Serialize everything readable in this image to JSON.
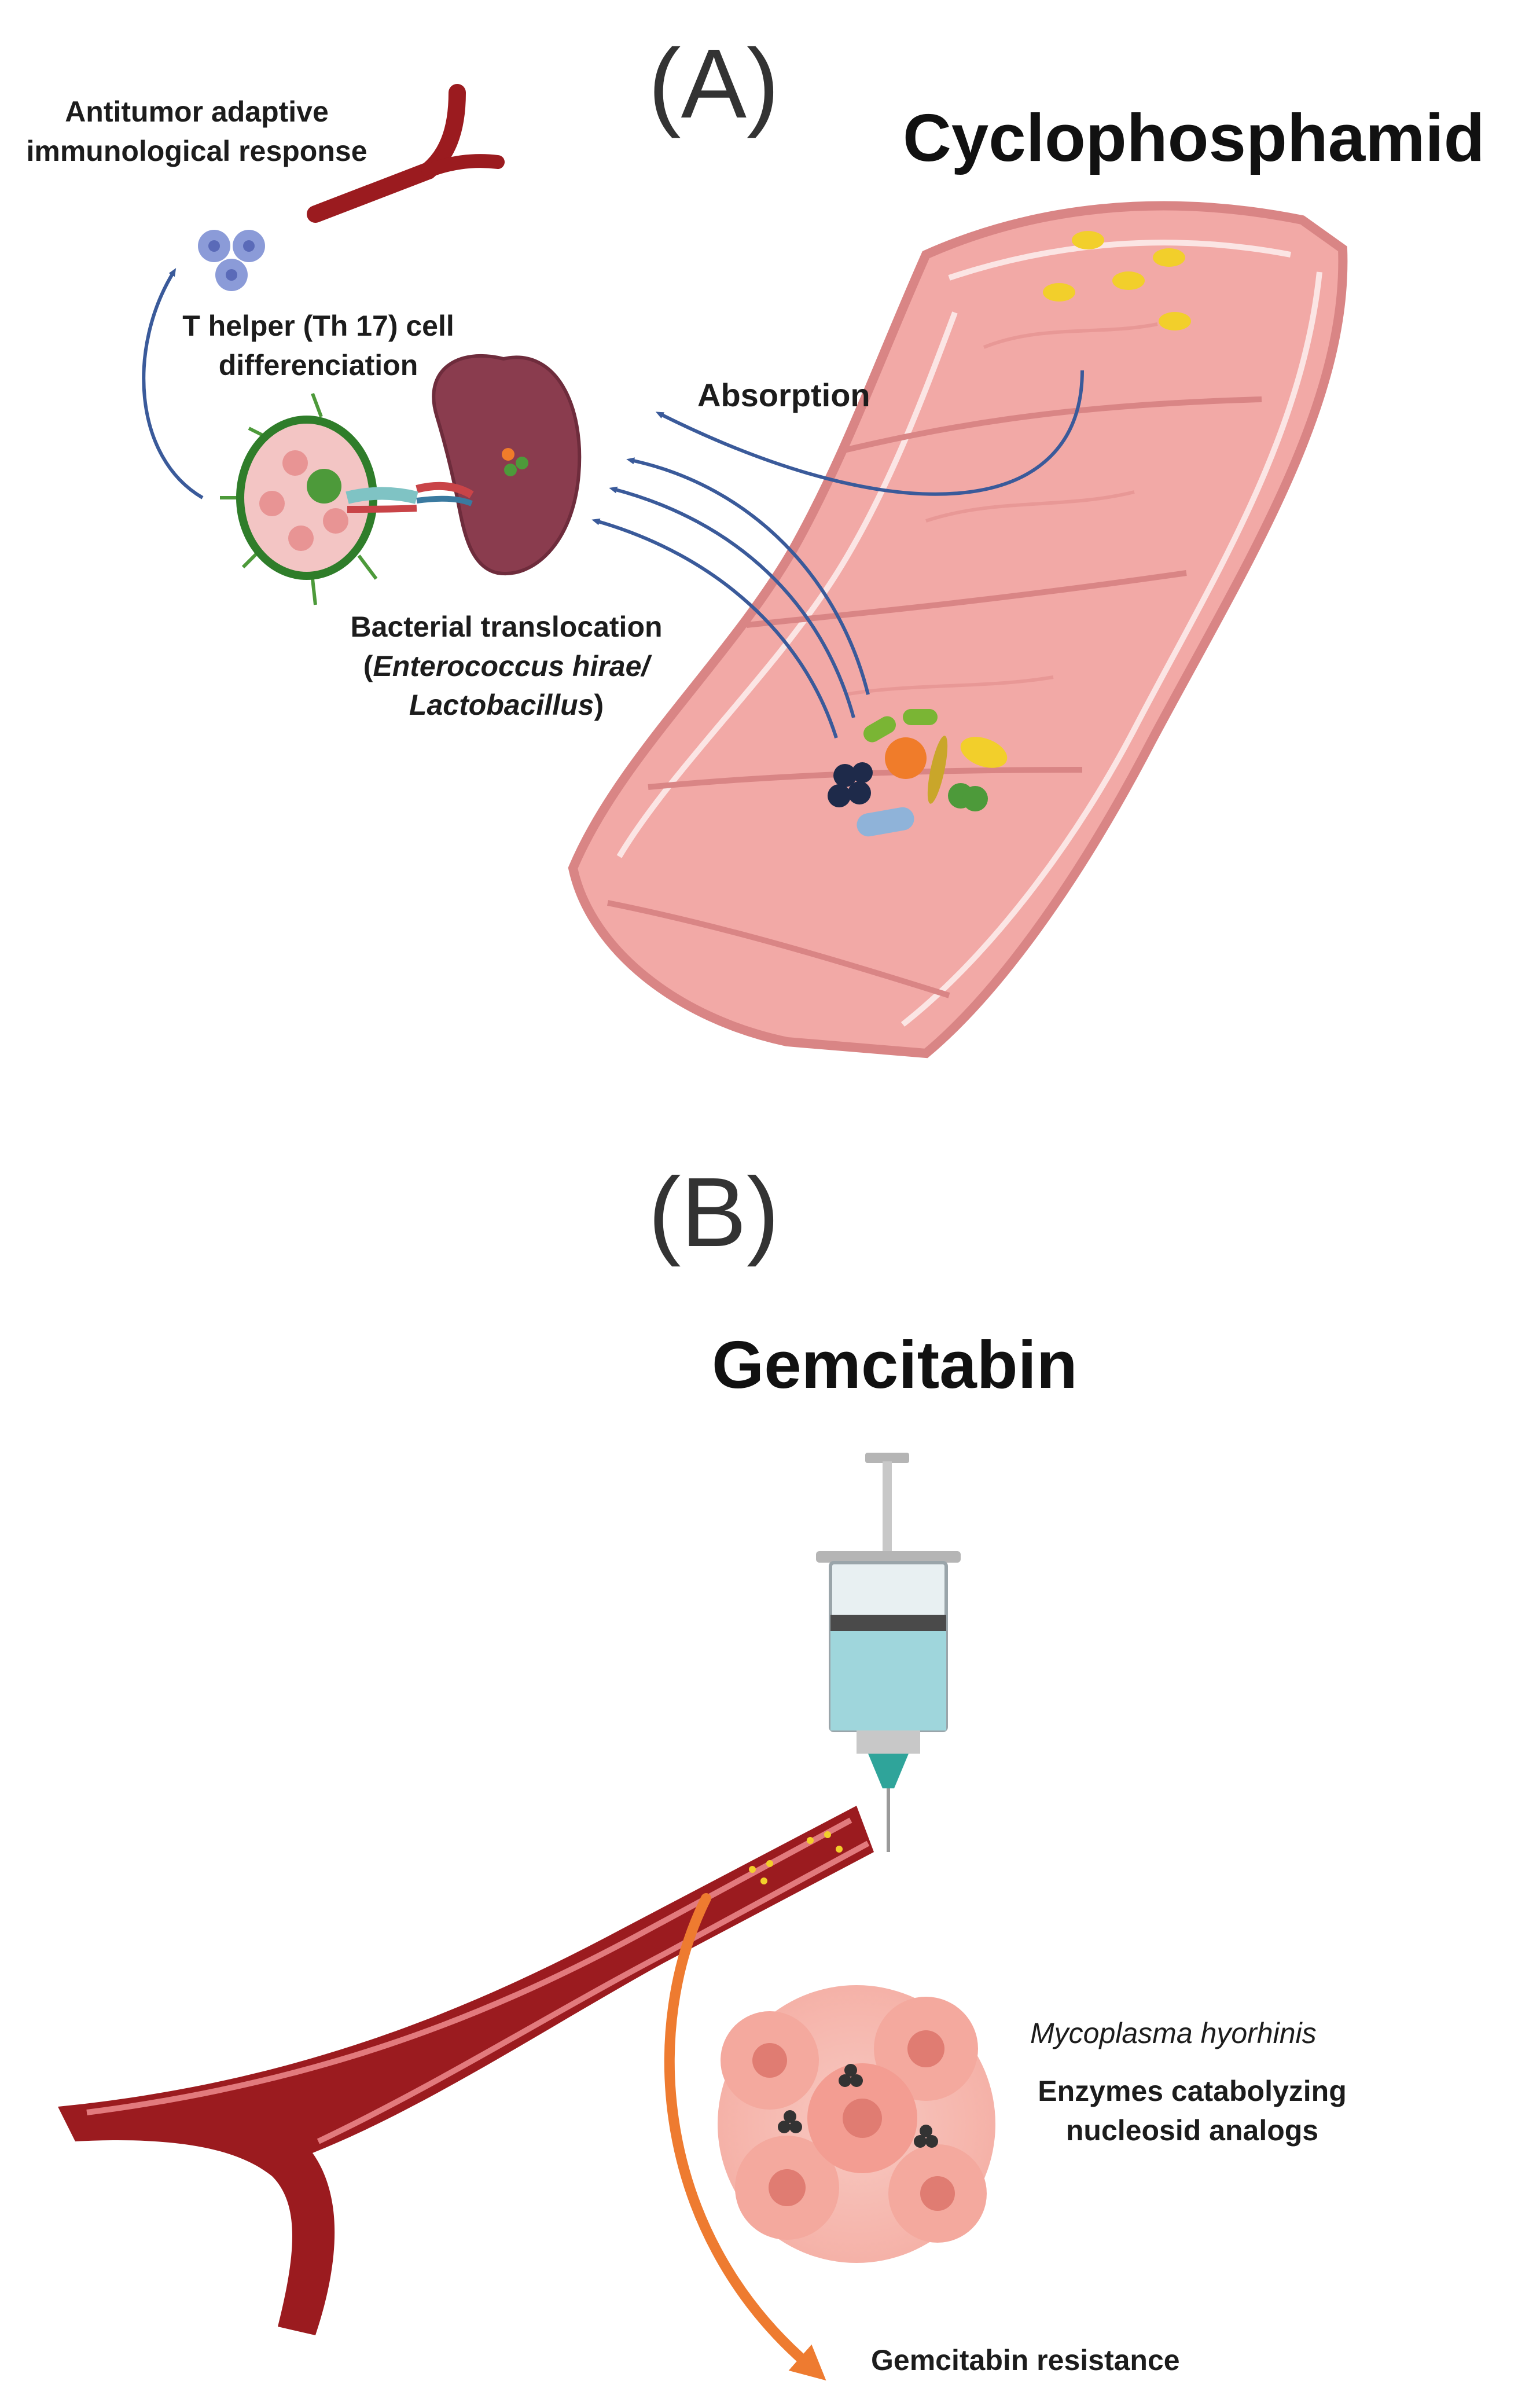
{
  "panel_a": {
    "letter": "(A)",
    "drug": "Cyclophosphamid",
    "absorption": "Absorption",
    "antitumor_line1": "Antitumor adaptive",
    "antitumor_line2": "immunological response",
    "th17_line1": "T helper (Th 17) cell",
    "th17_line2": "differenciation",
    "translocation_line1": "Bacterial translocation",
    "translocation_open": "(",
    "translocation_species1": "Enterococcus hirae/",
    "translocation_species2": "Lactobacillus",
    "translocation_close": ")"
  },
  "panel_b": {
    "letter": "(B)",
    "drug": "Gemcitabin",
    "species": "Mycoplasma hyorhinis",
    "enzymes_line1": "Enzymes catabolyzing",
    "enzymes_line2": "nucleosid analogs",
    "resistance": "Gemcitabin resistance"
  },
  "colors": {
    "intestine": "#f2a9a6",
    "intestine_dark": "#d98585",
    "vessel": "#9b1b1f",
    "vessel_light": "#c94448",
    "arrow": "#3a5a9a",
    "resistance_arrow": "#ee7b30",
    "drug_particle": "#f2cf2b",
    "tumor": "#f3b1a8"
  }
}
